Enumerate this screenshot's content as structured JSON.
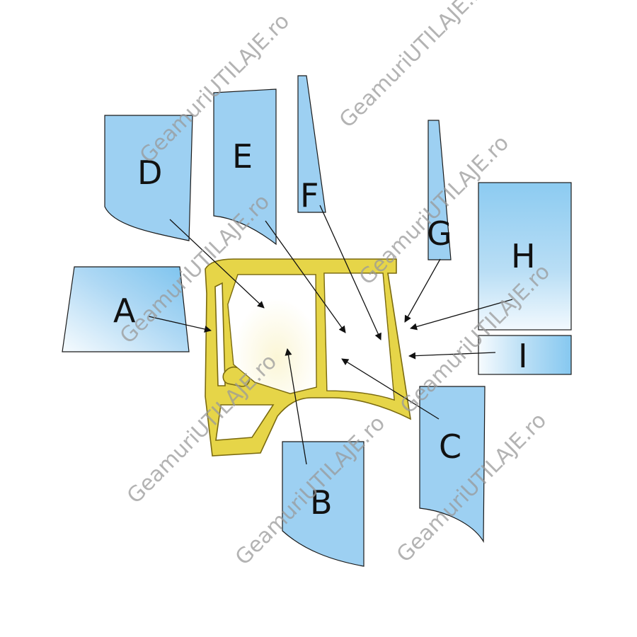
{
  "labels": {
    "a": "A",
    "b": "B",
    "c": "C",
    "d": "D",
    "e": "E",
    "f": "F",
    "g": "G",
    "h": "H",
    "i": "I"
  },
  "watermark": "GeamuriUTILAJE.ro",
  "colors": {
    "glass": "#9dd0f2",
    "glass_light": "#f4fafe",
    "frame": "#e6d548",
    "frame_stroke": "#7a6a10",
    "outline": "#1a1a1a"
  }
}
